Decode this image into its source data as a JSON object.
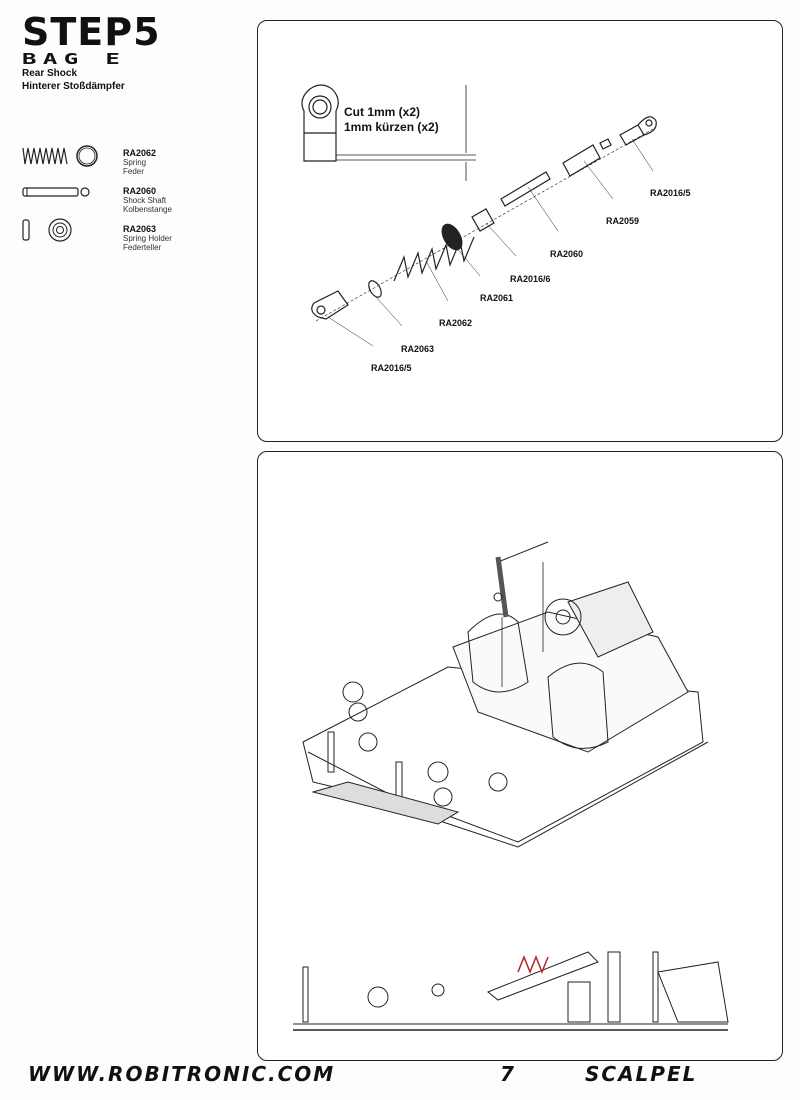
{
  "header": {
    "step": "STEP5",
    "bag": "BAG E",
    "title_en": "Rear Shock",
    "title_de": "Hinterer Stoßdämpfer"
  },
  "parts": [
    {
      "code": "RA2062",
      "name_en": "Spring",
      "name_de": "Feder",
      "icon": "spring-icon"
    },
    {
      "code": "RA2060",
      "name_en": "Shock Shaft",
      "name_de": "Kolbenstange",
      "icon": "shaft-icon"
    },
    {
      "code": "RA2063",
      "name_en": "Spring Holder",
      "name_de": "Federteller",
      "icon": "spring-holder-icon"
    }
  ],
  "diagram": {
    "cut_en": "Cut 1mm (x2)",
    "cut_de": "1mm kürzen (x2)",
    "labels": [
      "RA2016/5",
      "RA2059",
      "RA2060",
      "RA2016/6",
      "RA2061",
      "RA2062",
      "RA2063",
      "RA2016/5"
    ]
  },
  "footer": {
    "website": "WWW.ROBITRONIC.COM",
    "page": "7",
    "brand": "SCALPEL"
  }
}
